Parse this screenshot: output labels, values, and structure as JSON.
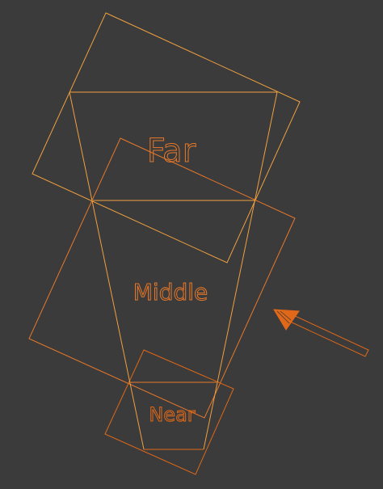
{
  "colors": {
    "background": "#3b3b3b",
    "far_light": "#f0a040",
    "mid": "#e8782a",
    "near": "#e06818"
  },
  "labels": {
    "far": "Far",
    "middle": "Middle",
    "near": "Near"
  },
  "icons": {
    "direction": "arrow-icon"
  }
}
